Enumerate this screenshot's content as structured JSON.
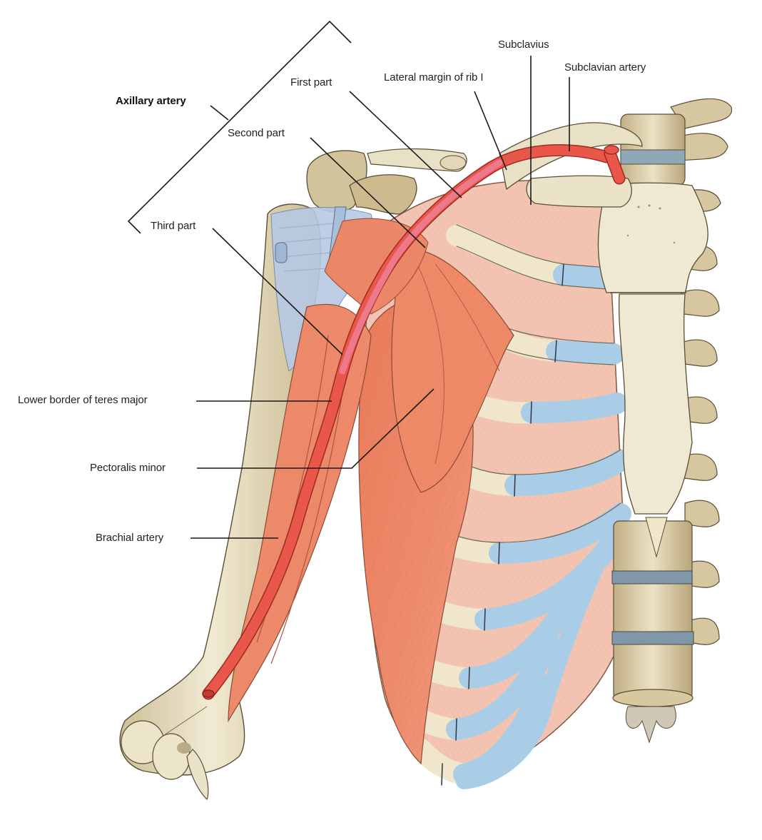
{
  "figure": {
    "subject": "Axillary artery anatomy (anterior view of right shoulder and thorax)",
    "colors": {
      "background": "#ffffff",
      "bone": "#e9e1c6",
      "bone_shadow": "#b9aa84",
      "bone_outline": "#5a4d35",
      "muscle": "#ec8a6a",
      "muscle_dark": "#d9694a",
      "intercostal": "#f3c4b2",
      "cartilage": "#a9cde6",
      "disc": "#7f97a6",
      "artery": "#e8574a",
      "artery_highlight": "#ef7f96",
      "ligament": "#b7c9e3",
      "leader_line": "#1a1a1a"
    }
  },
  "labels": {
    "axillary_artery": "Axillary artery",
    "first_part": "First part",
    "second_part": "Second part",
    "third_part": "Third part",
    "lateral_margin_rib1": "Lateral margin of rib I",
    "subclavius": "Subclavius",
    "subclavian_artery": "Subclavian artery",
    "lower_border_teres_major": "Lower border of teres major",
    "pectoralis_minor": "Pectoralis minor",
    "brachial_artery": "Brachial artery"
  }
}
